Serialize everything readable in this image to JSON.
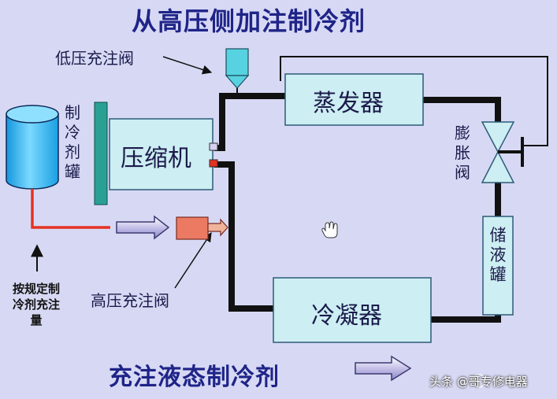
{
  "title": "从高压侧加注制冷剂",
  "low_valve_label": "低压充注阀",
  "tank_label": "制冷剂罐",
  "compressor_label": "压缩机",
  "evaporator_label": "蒸发器",
  "expansion_valve_label": "膨胀阀",
  "receiver_label": "储液罐",
  "condenser_label": "冷凝器",
  "high_valve_label": "高压充注阀",
  "quantity_label": "按规定制冷剂充注量",
  "bottom_title": "充注液态制冷剂",
  "watermark": "头条 @哥专修电器",
  "colors": {
    "background": "#d7d9f4",
    "box_fill": "#cdeef2",
    "pipe": "#111111",
    "red_line": "#e53222",
    "tank": "#26b6ee",
    "panel": "#2aa093",
    "high_valve": "#ec7a63",
    "low_valve": "#57d2e0",
    "title": "#1f2488"
  }
}
